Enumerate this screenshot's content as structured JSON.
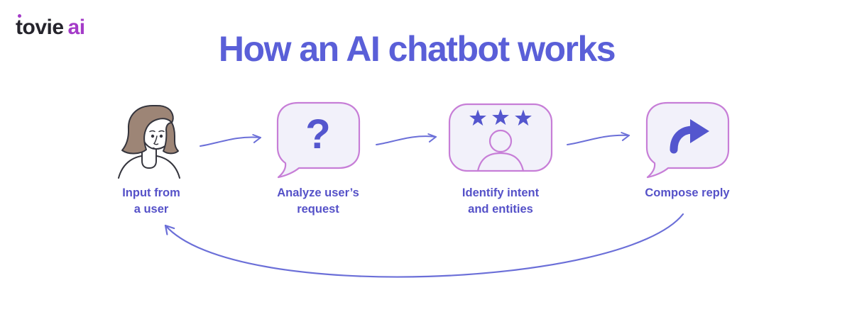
{
  "logo": {
    "brand": "tovie",
    "suffix": "ai"
  },
  "title": "How an AI chatbot works",
  "steps": [
    {
      "icon": "user-face-icon",
      "label_line1": "Input from",
      "label_line2": "a user"
    },
    {
      "icon": "question-bubble-icon",
      "label_line1": "Analyze user’s",
      "label_line2": "request"
    },
    {
      "icon": "intent-stars-icon",
      "label_line1": "Identify intent",
      "label_line2": "and entities"
    },
    {
      "icon": "reply-bubble-icon",
      "label_line1": "Compose reply",
      "label_line2": ""
    }
  ],
  "flow": {
    "forward_arrow_count": 3,
    "feedback_loop": "from Compose reply back to Input from a user"
  },
  "theme": {
    "background": "#ffffff",
    "title_indigo": "#5a5fd8",
    "label_indigo": "#5551c8",
    "arrow_indigo": "#6b6fd8",
    "icon_indigo": "#5456ce",
    "bubble_border": "#c77ed7",
    "bubble_fill": "#f2f1fa",
    "hair_brown": "#9d8576",
    "outline_dark": "#35353d",
    "logo_dark": "#25242c",
    "logo_purple": "#a43bc8"
  }
}
